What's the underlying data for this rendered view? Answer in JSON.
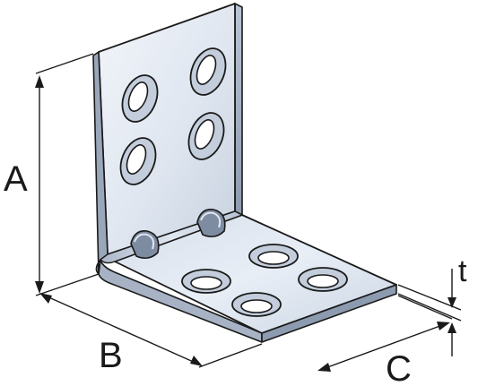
{
  "labels": {
    "A": "A",
    "B": "B",
    "C": "C",
    "t": "t"
  },
  "colors": {
    "metal_light": "#e6ecf4",
    "metal_mid": "#c9d3e1",
    "metal_dark": "#8d9bb0",
    "edge": "#1a1a1a",
    "hole_shadow": "#6f7f96"
  }
}
